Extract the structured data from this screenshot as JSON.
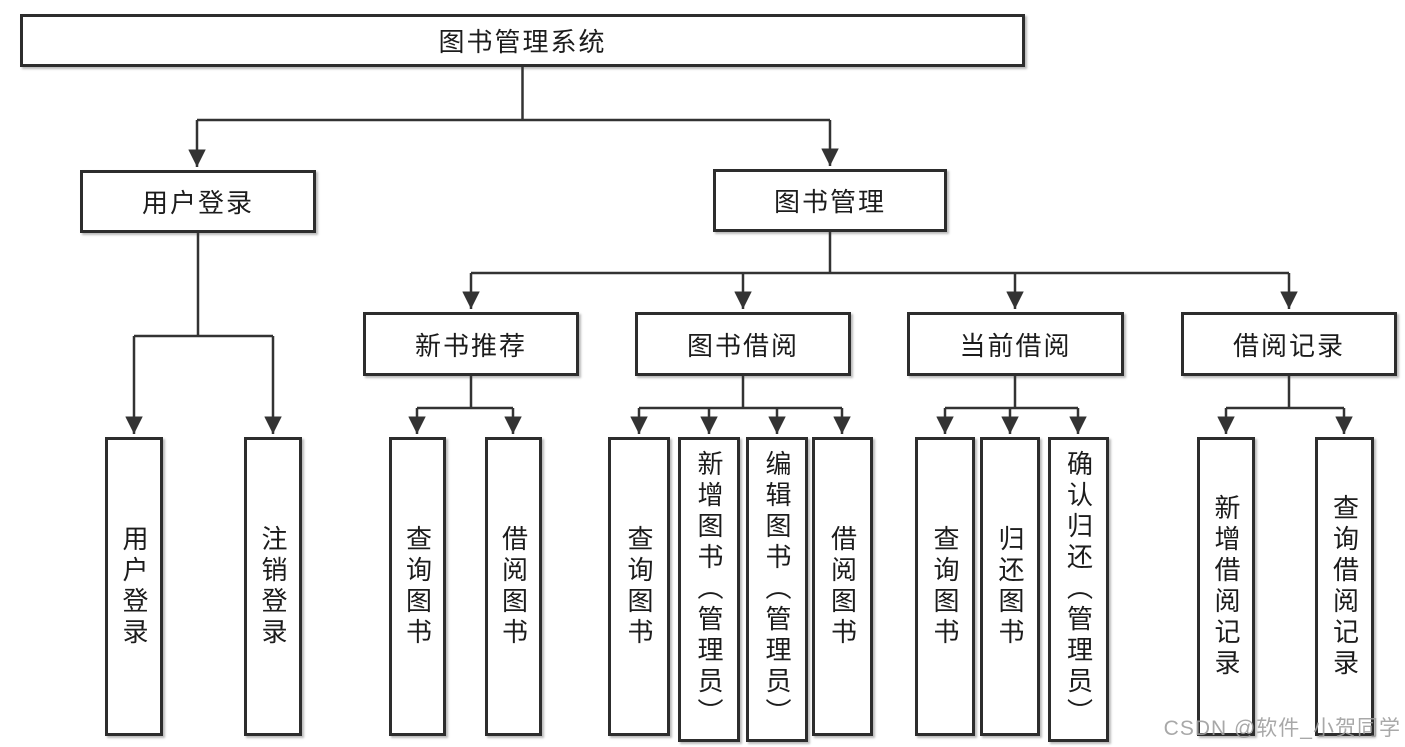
{
  "watermark": "CSDN @软件_小贺同学",
  "colors": {
    "line": "#333333",
    "box_border": "#2d2d2d",
    "text": "#1c1c1c",
    "watermark": "#9e9e9e",
    "background": "#ffffff"
  },
  "tree": {
    "label": "图书管理系统",
    "children": [
      {
        "label": "用户登录",
        "children": [
          {
            "label": "用户登录"
          },
          {
            "label": "注销登录"
          }
        ]
      },
      {
        "label": "图书管理",
        "children": [
          {
            "label": "新书推荐",
            "children": [
              {
                "label": "查询图书"
              },
              {
                "label": "借阅图书"
              }
            ]
          },
          {
            "label": "图书借阅",
            "children": [
              {
                "label": "查询图书"
              },
              {
                "label": "新增图书（管理员）"
              },
              {
                "label": "编辑图书（管理员）"
              },
              {
                "label": "借阅图书"
              }
            ]
          },
          {
            "label": "当前借阅",
            "children": [
              {
                "label": "查询图书"
              },
              {
                "label": "归还图书"
              },
              {
                "label": "确认归还（管理员）"
              }
            ]
          },
          {
            "label": "借阅记录",
            "children": [
              {
                "label": "新增借阅记录"
              },
              {
                "label": "查询借阅记录"
              }
            ]
          }
        ]
      }
    ]
  }
}
